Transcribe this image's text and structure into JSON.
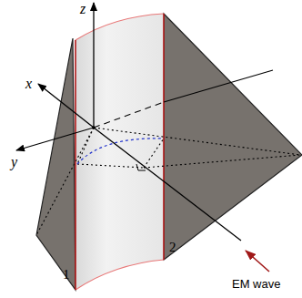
{
  "diagram": {
    "labels": [
      "z",
      "x",
      "y",
      "1",
      "2",
      "EM wave"
    ]
  }
}
